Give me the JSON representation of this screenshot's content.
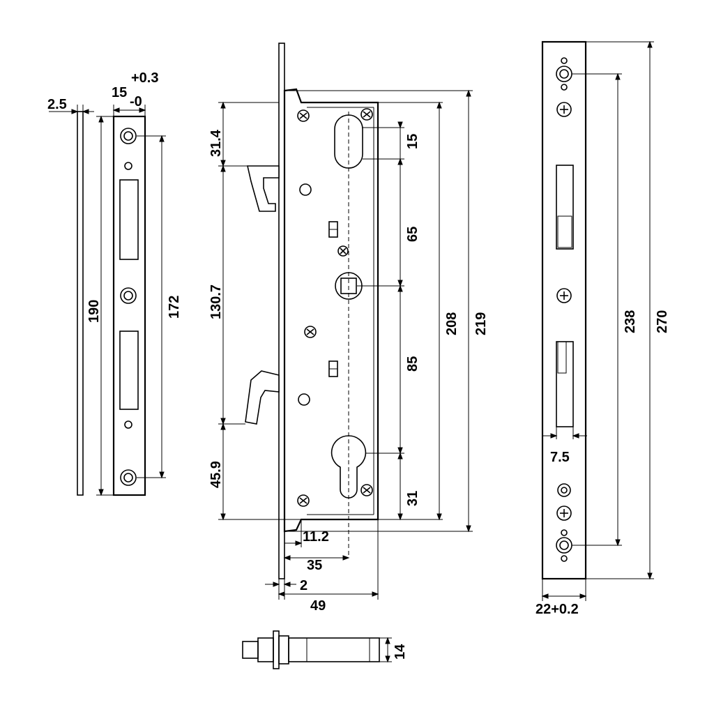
{
  "dimensions": {
    "plate_thickness": "2.5",
    "strike_width": "15",
    "strike_tol_plus": "+0.3",
    "strike_tol_minus": "-0",
    "strike_length": "190",
    "strike_holes": "172",
    "top_offset": "31.4",
    "hook_spacing": "130.7",
    "bottom_offset": "45.9",
    "slot_height": "15",
    "upper_center": "65",
    "lower_center": "85",
    "cylinder": "31",
    "case_height": "208",
    "overall_case": "219",
    "hook_offset": "11.2",
    "backset": "35",
    "faceplate_thickness": "2",
    "case_depth": "49",
    "faceplate_holes": "238",
    "faceplate_length": "270",
    "opening_width": "7.5",
    "faceplate_width": "22+0.2",
    "body_thickness": "14"
  }
}
